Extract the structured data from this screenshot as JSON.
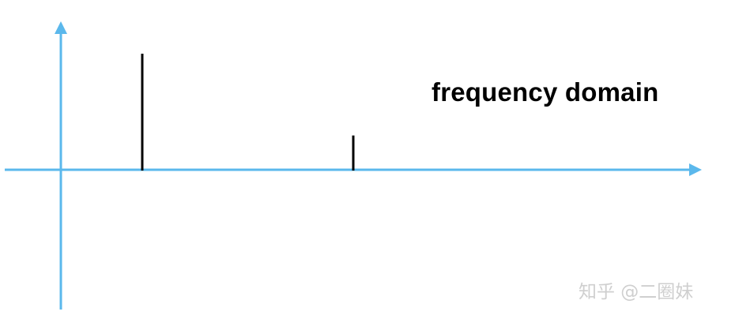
{
  "diagram": {
    "title": "frequency domain",
    "axis_color": "#5BB8EC",
    "spike_color": "#000000",
    "spikes": [
      {
        "label": "",
        "relative_height": 1.0
      },
      {
        "label": "",
        "relative_height": 0.3
      }
    ]
  },
  "watermark": {
    "text": "知乎 @二圈妹",
    "color": "#CFCFCF"
  }
}
